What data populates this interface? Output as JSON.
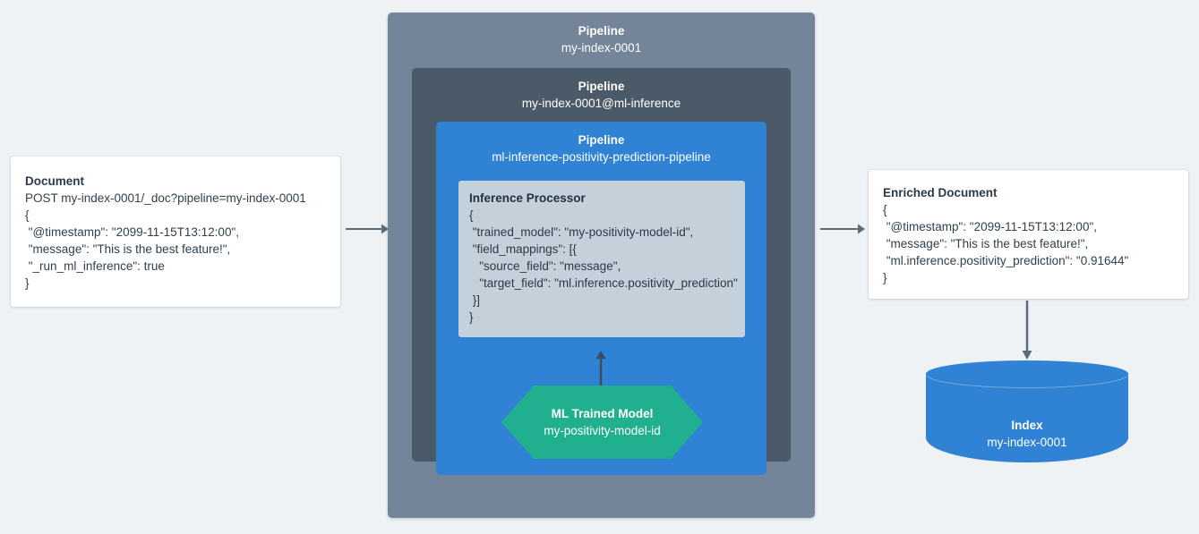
{
  "colors": {
    "background": "#eef2f5",
    "pipeline_outer": "#74859a",
    "pipeline_mid": "#4a5a68",
    "pipeline_inner": "#2f82d4",
    "processor": "#c4d0da",
    "ml_model": "#20b08f",
    "index": "#2f82d4",
    "arrow": "#5c6b7a",
    "card": "#ffffff"
  },
  "document": {
    "title": "Document",
    "lines": [
      "POST my-index-0001/_doc?pipeline=my-index-0001",
      "{",
      " \"@timestamp\": \"2099-11-15T13:12:00\",",
      " \"message\": \"This is the best feature!\",",
      " \"_run_ml_inference\": true",
      "}"
    ]
  },
  "pipeline_outer": {
    "label": "Pipeline",
    "value": "my-index-0001"
  },
  "pipeline_mid": {
    "label": "Pipeline",
    "value": "my-index-0001@ml-inference"
  },
  "pipeline_inner": {
    "label": "Pipeline",
    "value": "ml-inference-positivity-prediction-pipeline"
  },
  "processor": {
    "title": "Inference Processor",
    "lines": [
      "{",
      " \"trained_model\": \"my-positivity-model-id\",",
      " \"field_mappings\": [{",
      "   \"source_field\": \"message\",",
      "   \"target_field\": \"ml.inference.positivity_prediction\"",
      " }]",
      "}"
    ]
  },
  "ml_model": {
    "label": "ML Trained Model",
    "value": "my-positivity-model-id"
  },
  "enriched_document": {
    "title": "Enriched Document",
    "lines": [
      "{",
      " \"@timestamp\": \"2099-11-15T13:12:00\",",
      " \"message\": \"This is the best feature!\",",
      " \"ml.inference.positivity_prediction\": \"0.91644\"",
      "}"
    ]
  },
  "index": {
    "label": "Index",
    "value": "my-index-0001"
  },
  "arrows": [
    {
      "name": "arrow-document-to-pipeline",
      "direction": "right"
    },
    {
      "name": "arrow-pipeline-to-enriched-document",
      "direction": "right"
    },
    {
      "name": "arrow-ml-model-to-processor",
      "direction": "up"
    },
    {
      "name": "arrow-enriched-document-to-index",
      "direction": "down"
    }
  ]
}
